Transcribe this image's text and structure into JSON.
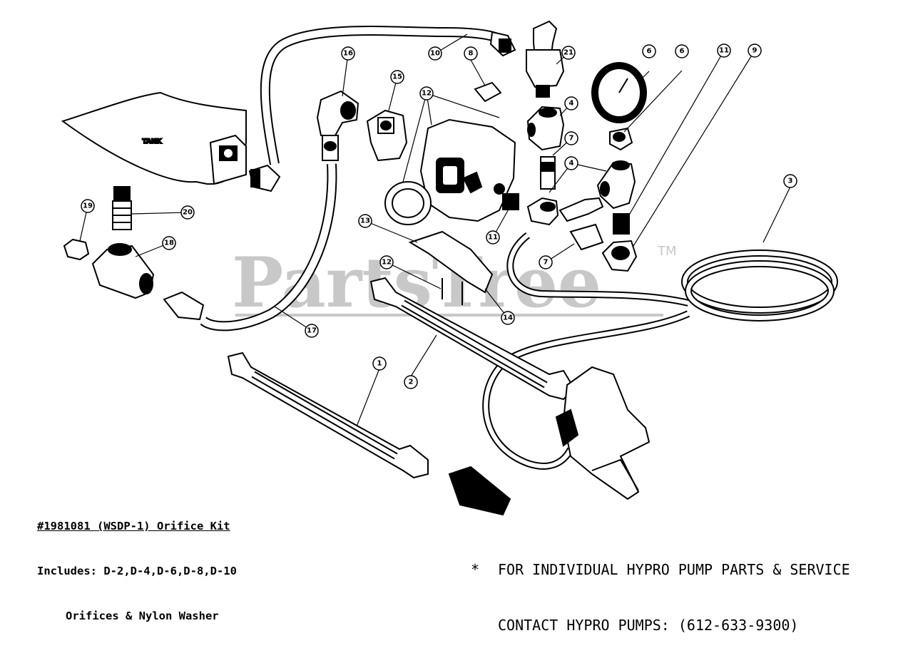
{
  "diagram": {
    "tank_label": "TANK",
    "watermark": "PartsTree",
    "watermark_tm": "TM",
    "callouts": [
      "1",
      "2",
      "3",
      "4",
      "4",
      "6",
      "6",
      "7",
      "7",
      "8",
      "9",
      "10",
      "11",
      "11",
      "12",
      "12",
      "13",
      "14",
      "15",
      "16",
      "17",
      "18",
      "19",
      "20",
      "21"
    ]
  },
  "notes": {
    "kit_title": "#1981081 (WSDP-1) Orifice Kit",
    "kit_line2": "Includes: D-2,D-4,D-6,D-8,D-10",
    "kit_line3": "Orifices & Nylon Washer",
    "service_star": "*",
    "service_line1": "FOR INDIVIDUAL HYPRO PUMP PARTS & SERVICE",
    "service_line2": "CONTACT HYPRO PUMPS: (612-633-9300)"
  }
}
